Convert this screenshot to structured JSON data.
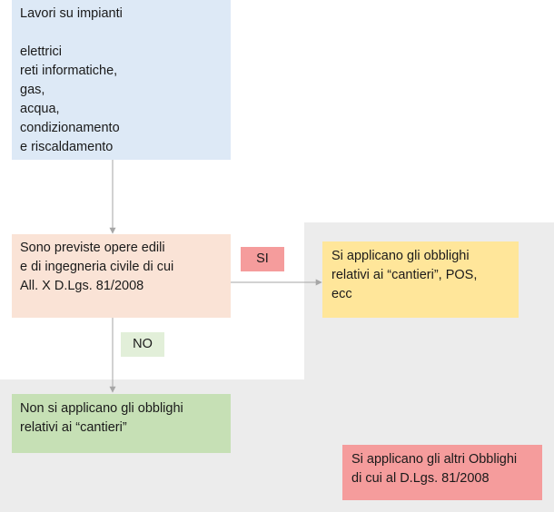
{
  "nodes": {
    "start": {
      "text": "Lavori su impianti\n\nelettrici\nreti informatiche,\ngas,\nacqua,\ncondizionamento\ne riscaldamento",
      "color": "#dde9f6"
    },
    "question": {
      "text": "Sono previste opere edili\ne di ingegneria civile di cui\nAll. X D.Lgs. 81/2008",
      "color": "#fae3d6"
    },
    "yes_result": {
      "text": "Si applicano gli obblighi\nrelativi ai “cantieri”, POS,\necc",
      "color": "#ffe69a"
    },
    "no_result": {
      "text": "Non si applicano gli obblighi\nrelativi ai “cantieri”",
      "color": "#c6e0b5"
    },
    "other_obligations": {
      "text": "Si applicano gli altri Obblighi\ndi cui al D.Lgs. 81/2008",
      "color": "#f59c9c"
    }
  },
  "labels": {
    "yes": {
      "text": "SI",
      "color": "#f59c9c"
    },
    "no": {
      "text": "NO",
      "color": "#e2efd9"
    }
  },
  "colors": {
    "region": "#ececec",
    "arrow": "#a6a6a6"
  }
}
